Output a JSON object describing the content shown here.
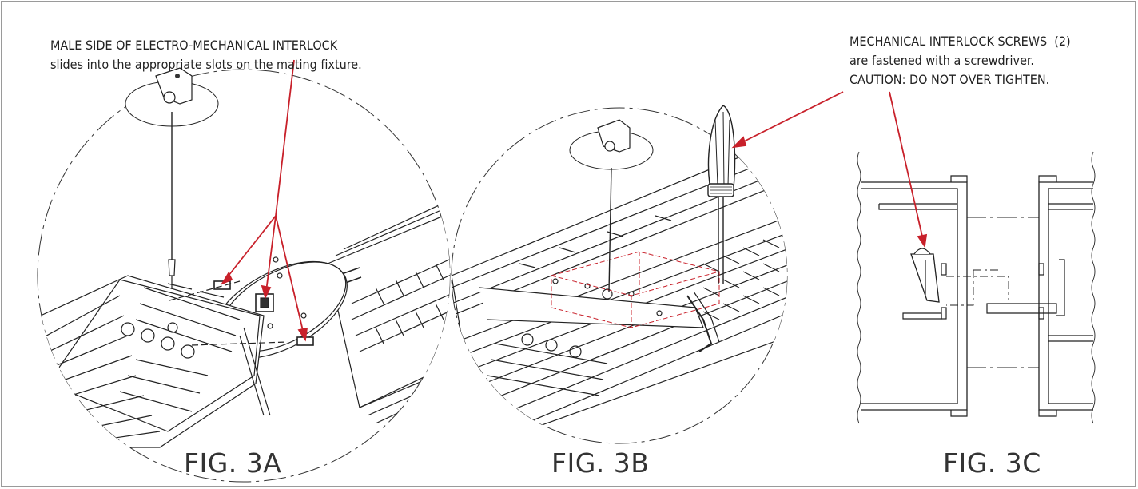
{
  "callouts": {
    "interlock": {
      "line1": "MALE SIDE OF ELECTRO-MECHANICAL INTERLOCK",
      "line2": "slides into the appropriate slots on the mating fixture."
    },
    "screws": {
      "line1": "MECHANICAL INTERLOCK SCREWS  (2)",
      "line2": "are fastened with a screwdriver.",
      "line3": "CAUTION: DO NOT OVER TIGHTEN."
    }
  },
  "figures": {
    "a": "FIG. 3A",
    "b": "FIG. 3B",
    "c": "FIG. 3C"
  },
  "colors": {
    "leader": "#c8202a",
    "line": "#222222",
    "frame": "#9a9a9a"
  }
}
